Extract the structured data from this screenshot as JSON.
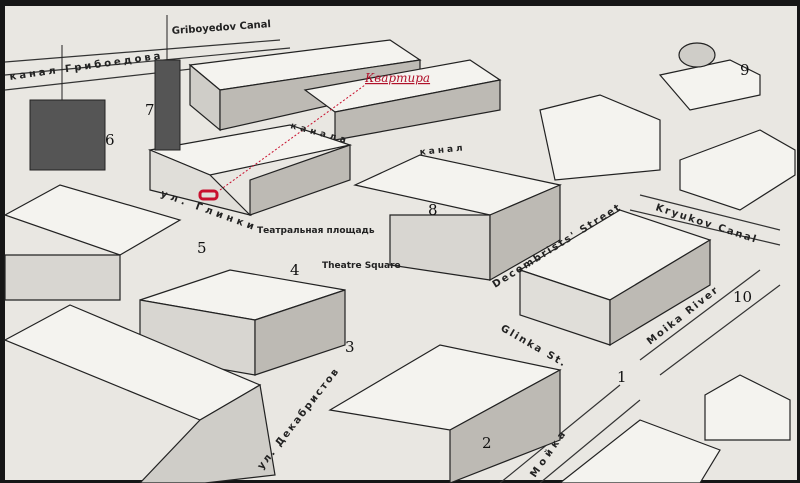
{
  "labels": {
    "griboyedov_canal_en": "Griboyedov Canal",
    "griboyedov_canal_ru": "канал Грибоедова",
    "apartment": "Квартира",
    "glinka_ru": "ул. Глинки",
    "theatre_square_ru": "Театральная площадь",
    "theatre_square_en": "Theatre Square",
    "decembrists_street_en": "Decembrists' Street",
    "kryukov_canal_en": "Kryukov Canal",
    "kryukov_canal_ru": "канала",
    "kryukov_canal_ru2": "канал",
    "glinka_en": "Glinka St.",
    "moika_river_en": "Moika River",
    "decembrists_ru": "ул. Декабристов",
    "moika_ru": "Мойка"
  },
  "numbers": [
    "1",
    "2",
    "3",
    "4",
    "5",
    "6",
    "7",
    "8",
    "9",
    "10"
  ],
  "colors": {
    "paper": "#e9e7e2",
    "ink": "#222222",
    "marker": "#c8102e"
  }
}
